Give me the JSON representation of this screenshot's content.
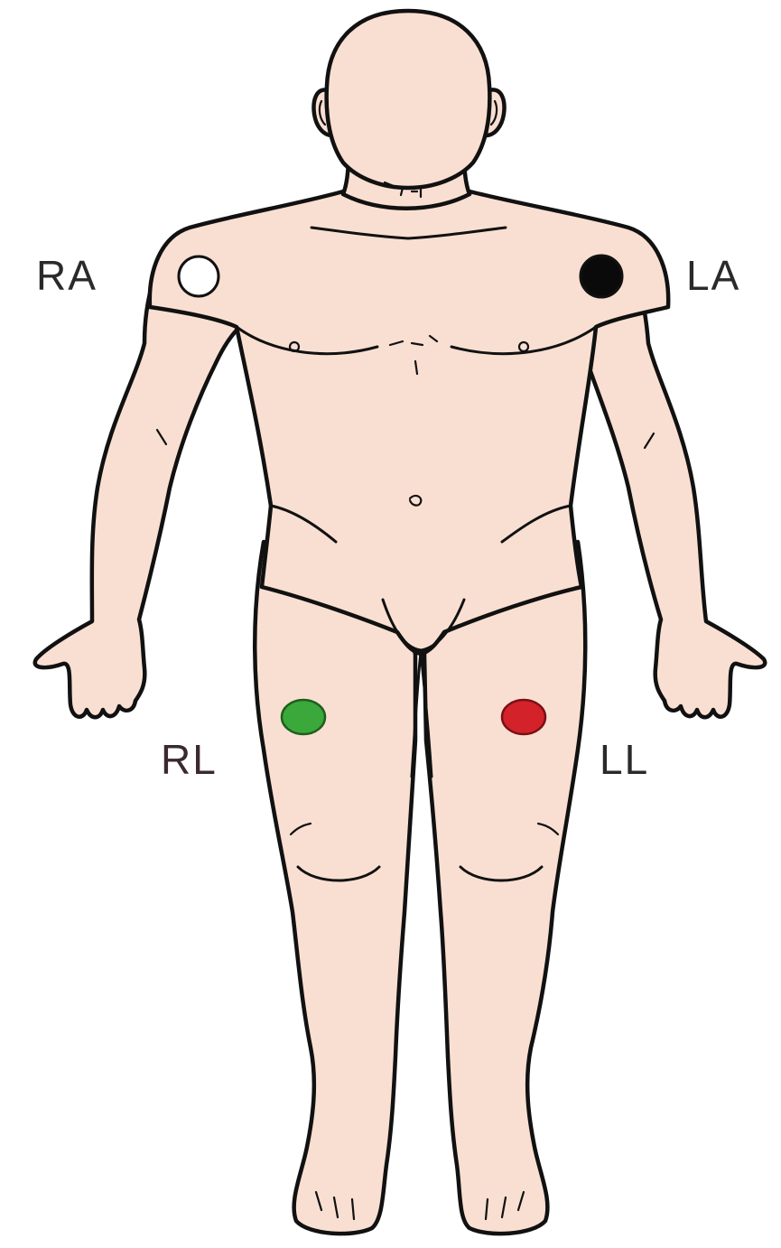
{
  "labels": {
    "right_arm": "RA",
    "left_arm": "LA",
    "right_leg": "RL",
    "left_leg": "LL"
  },
  "electrodes": {
    "right_arm": {
      "color": "#ffffff",
      "outline": "#111111"
    },
    "left_arm": {
      "color": "#0a0a0a",
      "outline": "#111111"
    },
    "right_leg": {
      "color": "#3aa83a",
      "outline": "#1f5e1f"
    },
    "left_leg": {
      "color": "#d4222a",
      "outline": "#7a1015"
    }
  },
  "colors": {
    "skin": "#f9dfd2",
    "outline": "#111111"
  }
}
